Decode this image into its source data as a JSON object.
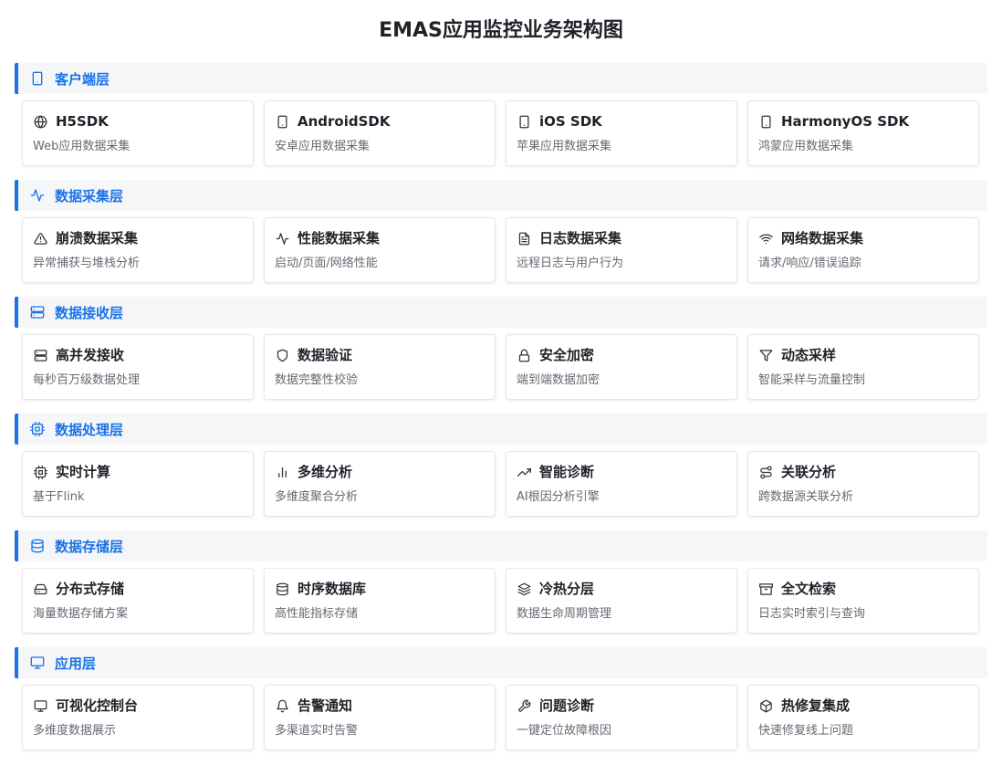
{
  "title": "EMAS应用监控业务架构图",
  "accent_color": "#1a73e8",
  "layers": [
    {
      "name": "客户端层",
      "icon": "smartphone-icon",
      "cards": [
        {
          "title": "H5SDK",
          "desc": "Web应用数据采集",
          "icon": "globe-icon"
        },
        {
          "title": "AndroidSDK",
          "desc": "安卓应用数据采集",
          "icon": "smartphone-icon"
        },
        {
          "title": "iOS SDK",
          "desc": "苹果应用数据采集",
          "icon": "smartphone-icon"
        },
        {
          "title": "HarmonyOS SDK",
          "desc": "鸿蒙应用数据采集",
          "icon": "smartphone-icon"
        }
      ]
    },
    {
      "name": "数据采集层",
      "icon": "activity-icon",
      "cards": [
        {
          "title": "崩溃数据采集",
          "desc": "异常捕获与堆栈分析",
          "icon": "alert-triangle-icon"
        },
        {
          "title": "性能数据采集",
          "desc": "启动/页面/网络性能",
          "icon": "activity-icon"
        },
        {
          "title": "日志数据采集",
          "desc": "远程日志与用户行为",
          "icon": "file-text-icon"
        },
        {
          "title": "网络数据采集",
          "desc": "请求/响应/错误追踪",
          "icon": "wifi-icon"
        }
      ]
    },
    {
      "name": "数据接收层",
      "icon": "server-icon",
      "cards": [
        {
          "title": "高并发接收",
          "desc": "每秒百万级数据处理",
          "icon": "server-icon"
        },
        {
          "title": "数据验证",
          "desc": "数据完整性校验",
          "icon": "shield-icon"
        },
        {
          "title": "安全加密",
          "desc": "端到端数据加密",
          "icon": "lock-icon"
        },
        {
          "title": "动态采样",
          "desc": "智能采样与流量控制",
          "icon": "filter-icon"
        }
      ]
    },
    {
      "name": "数据处理层",
      "icon": "cpu-icon",
      "cards": [
        {
          "title": "实时计算",
          "desc": "基于Flink",
          "icon": "cpu-icon"
        },
        {
          "title": "多维分析",
          "desc": "多维度聚合分析",
          "icon": "bar-chart-icon"
        },
        {
          "title": "智能诊断",
          "desc": "AI根因分析引擎",
          "icon": "trending-up-icon"
        },
        {
          "title": "关联分析",
          "desc": "跨数据源关联分析",
          "icon": "route-icon"
        }
      ]
    },
    {
      "name": "数据存储层",
      "icon": "database-icon",
      "cards": [
        {
          "title": "分布式存储",
          "desc": "海量数据存储方案",
          "icon": "hard-drive-icon"
        },
        {
          "title": "时序数据库",
          "desc": "高性能指标存储",
          "icon": "database-icon"
        },
        {
          "title": "冷热分层",
          "desc": "数据生命周期管理",
          "icon": "layers-icon"
        },
        {
          "title": "全文检索",
          "desc": "日志实时索引与查询",
          "icon": "archive-icon"
        }
      ]
    },
    {
      "name": "应用层",
      "icon": "monitor-icon",
      "cards": [
        {
          "title": "可视化控制台",
          "desc": "多维度数据展示",
          "icon": "monitor-icon"
        },
        {
          "title": "告警通知",
          "desc": "多渠道实时告警",
          "icon": "bell-icon"
        },
        {
          "title": "问题诊断",
          "desc": "一键定位故障根因",
          "icon": "wrench-icon"
        },
        {
          "title": "热修复集成",
          "desc": "快速修复线上问题",
          "icon": "package-icon"
        }
      ]
    }
  ]
}
